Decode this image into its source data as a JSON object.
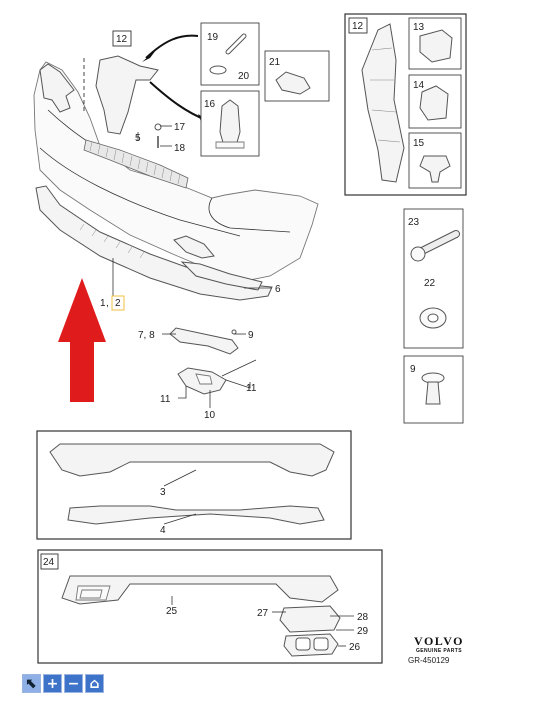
{
  "diagram": {
    "callouts": {
      "c1": "1",
      "c2": "2",
      "c3": "3",
      "c4": "4",
      "c5": "5",
      "c6": "6",
      "c78": "7, 8",
      "c9": "9",
      "c9b": "9",
      "c10": "10",
      "c11a": "11",
      "c11b": "11",
      "c12": "12",
      "c12b": "12",
      "c13": "13",
      "c14": "14",
      "c15": "15",
      "c16": "16",
      "c17": "17",
      "c18": "18",
      "c19": "19",
      "c20": "20",
      "c21": "21",
      "c22": "22",
      "c23": "23",
      "c24": "24",
      "c25": "25",
      "c26": "26",
      "c27": "27",
      "c28": "28",
      "c29": "29"
    },
    "colors": {
      "arrow": "#e01b1b",
      "line": "#333333",
      "part_fill": "#f4f4f4",
      "highlight": "#f0c040"
    }
  },
  "brand": {
    "logo": "VOLVO",
    "subtitle": "GENUINE PARTS",
    "reference": "GR-450129"
  },
  "toolbar": {
    "buttons": [
      {
        "icon": "pointer-icon",
        "glyph": "⬉"
      },
      {
        "icon": "zoom-in-icon",
        "glyph": "+"
      },
      {
        "icon": "zoom-out-icon",
        "glyph": "−"
      },
      {
        "icon": "home-icon",
        "glyph": "⌂"
      }
    ]
  }
}
